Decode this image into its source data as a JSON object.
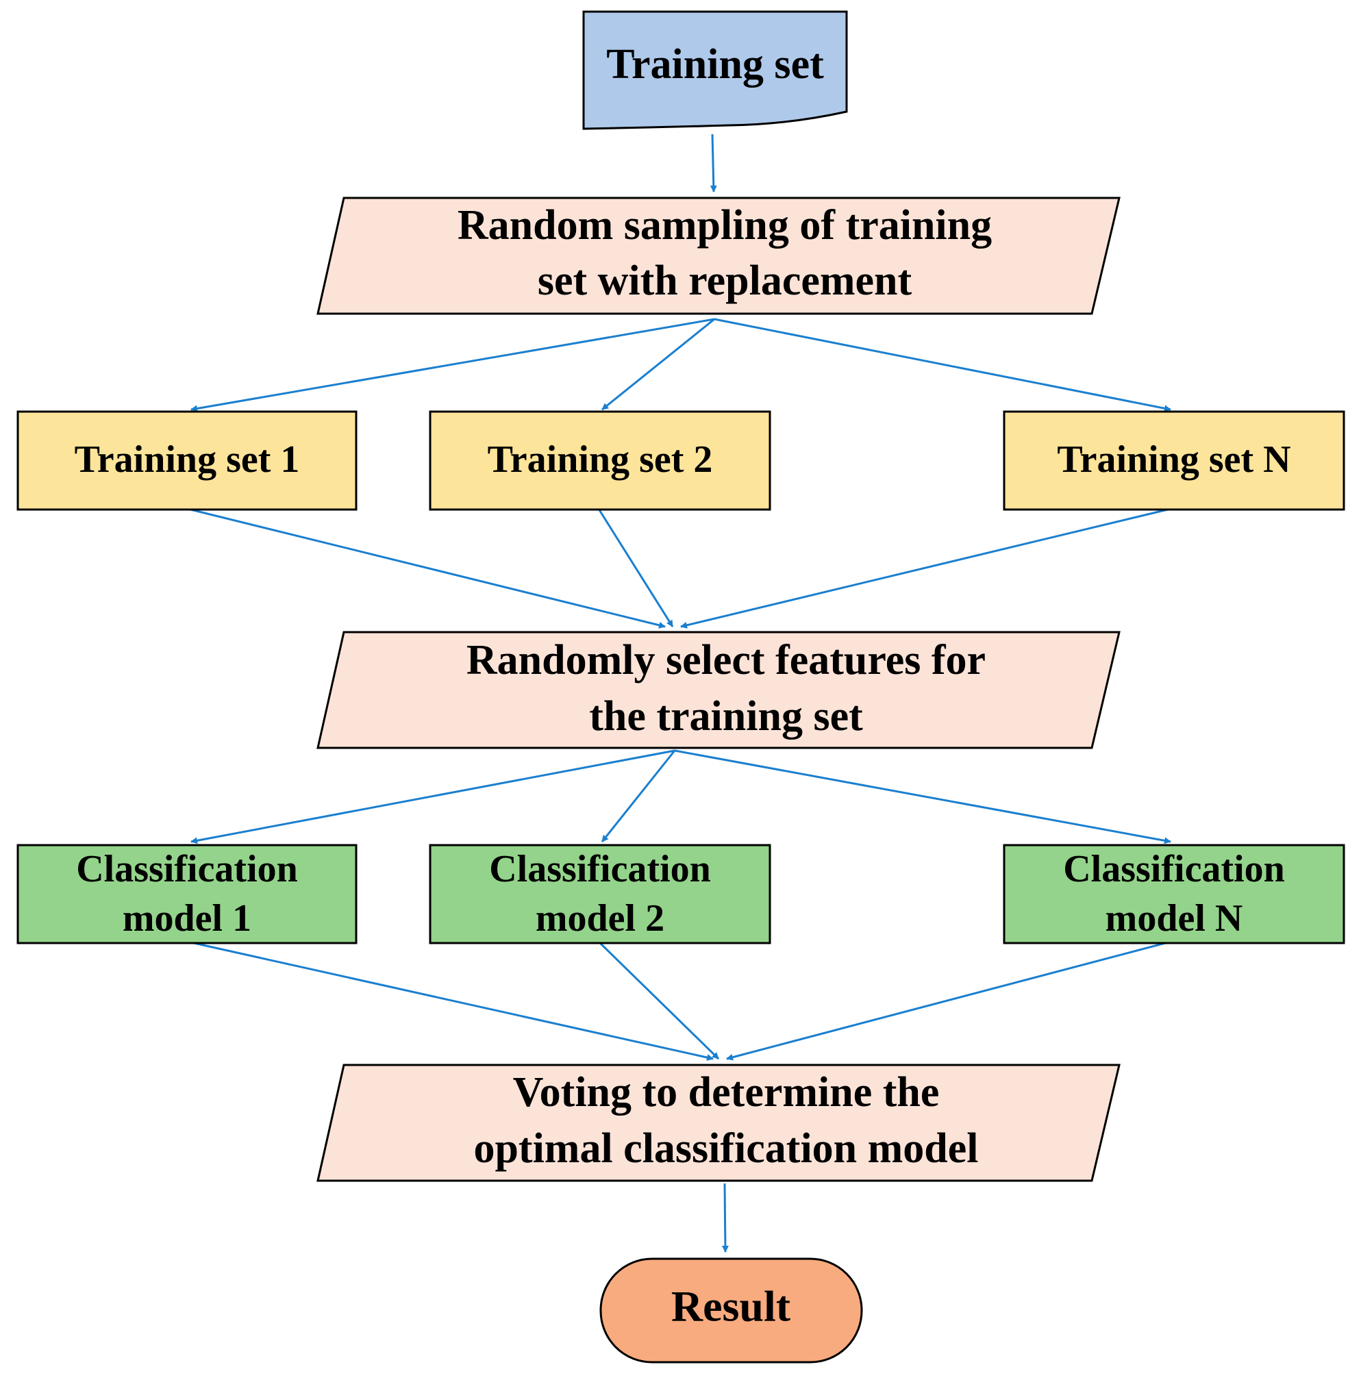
{
  "diagram": {
    "colors": {
      "start": "#afc9ea",
      "process": "#fce3d7",
      "dataset": "#fde49b",
      "model": "#94d38b",
      "result": "#f8ab7e",
      "arrow": "#1a7fcf"
    },
    "nodes": {
      "training_set": "Training set",
      "sampling": [
        "Random sampling of training",
        "set with replacement"
      ],
      "set1": "Training set 1",
      "set2": "Training set 2",
      "setN": "Training set N",
      "select": [
        "Randomly select features for",
        "the training set"
      ],
      "model1": [
        "Classification",
        "model 1"
      ],
      "model2": [
        "Classification",
        "model 2"
      ],
      "modelN": [
        "Classification",
        "model N"
      ],
      "voting": [
        "Voting to determine the",
        "optimal classification model"
      ],
      "result": "Result"
    },
    "edges": [
      [
        "training_set",
        "sampling"
      ],
      [
        "sampling",
        "set1"
      ],
      [
        "sampling",
        "set2"
      ],
      [
        "sampling",
        "setN"
      ],
      [
        "set1",
        "select"
      ],
      [
        "set2",
        "select"
      ],
      [
        "setN",
        "select"
      ],
      [
        "select",
        "model1"
      ],
      [
        "select",
        "model2"
      ],
      [
        "select",
        "modelN"
      ],
      [
        "model1",
        "voting"
      ],
      [
        "model2",
        "voting"
      ],
      [
        "modelN",
        "voting"
      ],
      [
        "voting",
        "result"
      ]
    ]
  }
}
